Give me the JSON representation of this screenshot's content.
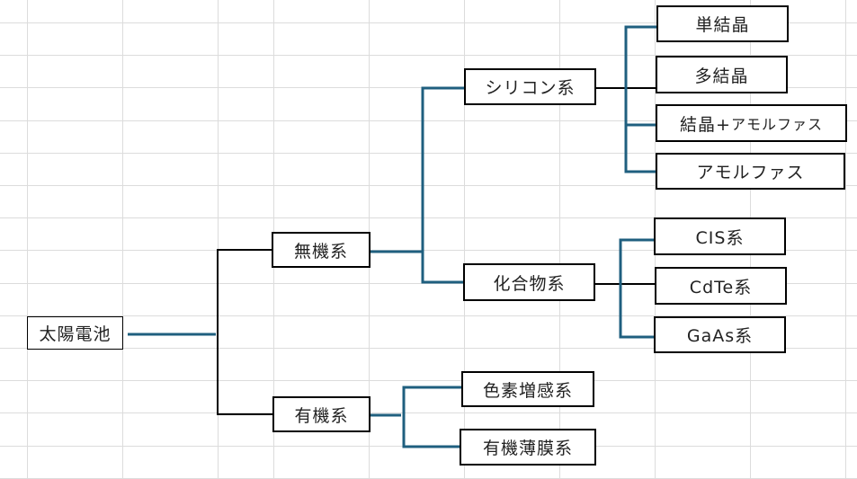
{
  "diagram": {
    "type": "tree",
    "title": "太陽電池",
    "colors": {
      "grid": "#dcdcdc",
      "connector_black": "#000000",
      "connector_blue": "#1f5f7f",
      "node_border": "#000000",
      "text": "#222222"
    },
    "root": {
      "id": "solar",
      "label": "太陽電池"
    },
    "nodes": {
      "inorganic": {
        "label": "無機系"
      },
      "organic": {
        "label": "有機系"
      },
      "silicon": {
        "label": "シリコン系"
      },
      "compound": {
        "label": "化合物系"
      },
      "mono": {
        "label": "単結晶"
      },
      "poly": {
        "label": "多結晶"
      },
      "hybrid": {
        "label_main": "結晶+",
        "label_sub": "アモルファス"
      },
      "amorphous": {
        "label": "アモルファス"
      },
      "cis": {
        "label": "CIS系"
      },
      "cdte": {
        "label": "CdTe系"
      },
      "gaas": {
        "label": "GaAs系"
      },
      "dye": {
        "label": "色素増感系"
      },
      "opv": {
        "label": "有機薄膜系"
      }
    },
    "edges": [
      [
        "太陽電池",
        "無機系"
      ],
      [
        "太陽電池",
        "有機系"
      ],
      [
        "無機系",
        "シリコン系"
      ],
      [
        "無機系",
        "化合物系"
      ],
      [
        "シリコン系",
        "単結晶"
      ],
      [
        "シリコン系",
        "多結晶"
      ],
      [
        "シリコン系",
        "結晶+アモルファス"
      ],
      [
        "シリコン系",
        "アモルファス"
      ],
      [
        "化合物系",
        "CIS系"
      ],
      [
        "化合物系",
        "CdTe系"
      ],
      [
        "化合物系",
        "GaAs系"
      ],
      [
        "有機系",
        "色素増感系"
      ],
      [
        "有機系",
        "有機薄膜系"
      ]
    ]
  }
}
